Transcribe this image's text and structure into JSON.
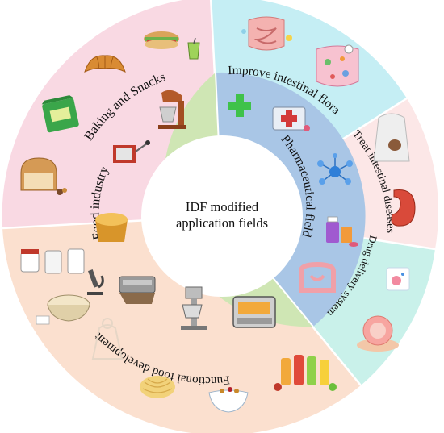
{
  "center": {
    "line1": "IDF modified",
    "line2": "application fields"
  },
  "inner_sectors": {
    "food": {
      "label": "Food industry",
      "color": "#cfe6b4"
    },
    "pharma": {
      "label": "Pharmaceutical field",
      "color": "#a9c6e6"
    }
  },
  "outer_sectors": {
    "baking": {
      "label": "Baking and Snacks",
      "color": "#f9d9e3"
    },
    "flora": {
      "label": "Improve intestinal flora",
      "color": "#c5eef4"
    },
    "diseases": {
      "label": "Treat intestinal diseases",
      "color": "#fce7e7"
    },
    "delivery": {
      "label": "Drug delivery system",
      "color": "#c9f1ea"
    },
    "functional": {
      "label": "Functional food development",
      "color": "#fbe0cf"
    }
  },
  "icons": {
    "sandwich": "sandwich-icon",
    "croissant": "croissant-icon",
    "drink": "green-drink-icon",
    "snack_bag": "snack-bag-icon",
    "bread": "bread-loaf-icon",
    "mixer": "stand-mixer-icon",
    "pasta_machine": "pasta-machine-icon",
    "cake": "sponge-cake-icon",
    "roller": "dough-roller-icon",
    "commercial_mixer": "commercial-mixer-icon",
    "fryer": "deep-fryer-icon",
    "intestine": "intestine-icon",
    "gut_bacteria": "gut-bacteria-icon",
    "cross": "green-cross-icon",
    "medkit": "medicine-kit-icon",
    "molecule": "molecule-icon",
    "pills": "pill-bottles-icon",
    "colon": "colon-icon",
    "torso": "torso-icon",
    "stomach": "stomach-icon",
    "capsule_card": "capsule-card-icon",
    "nanoparticle": "nanoparticle-hand-icon",
    "jars": "supplement-jars-icon",
    "oat_bowl": "oat-bowl-icon",
    "microscope": "microscope-icon",
    "body_outline": "body-outline-icon",
    "noodles": "noodles-icon",
    "cereal_bowl": "cereal-bowl-icon",
    "juices": "juice-bottles-icon"
  }
}
